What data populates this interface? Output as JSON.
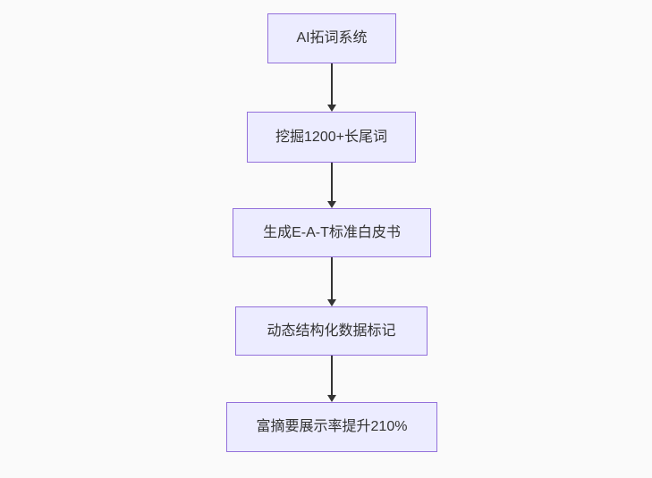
{
  "page": {
    "background_color": "#fafafa"
  },
  "flowchart": {
    "type": "flowchart",
    "direction": "top-down",
    "nodes": [
      {
        "label": "AI拓词系统"
      },
      {
        "label": "挖掘1200+长尾词"
      },
      {
        "label": "生成E-A-T标准白皮书"
      },
      {
        "label": "动态结构化数据标记"
      },
      {
        "label": "富摘要展示率提升210%"
      }
    ],
    "edges": [
      {
        "from": 0,
        "to": 1
      },
      {
        "from": 1,
        "to": 2
      },
      {
        "from": 2,
        "to": 3
      },
      {
        "from": 3,
        "to": 4
      }
    ],
    "colors": {
      "node_fill": "#ececff",
      "node_border": "#9370db",
      "node_text": "#333333",
      "arrow": "#333333"
    }
  }
}
